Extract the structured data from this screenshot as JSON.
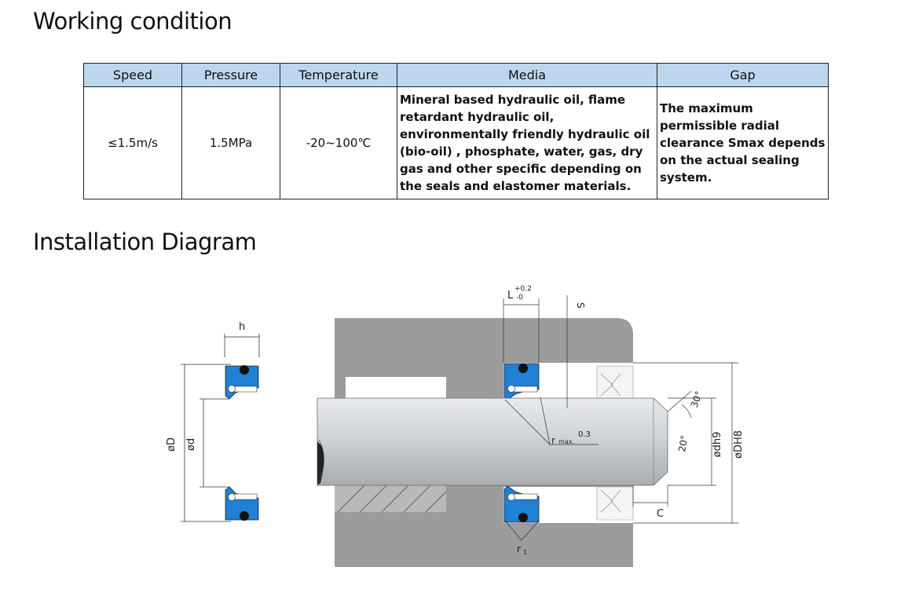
{
  "headings": {
    "working_condition": "Working condition",
    "installation_diagram": "Installation Diagram"
  },
  "table": {
    "headers": [
      "Speed",
      "Pressure",
      "Temperature",
      "Media",
      "Gap"
    ],
    "row": [
      "≤1.5m/s",
      "1.5MPa",
      "-20~100℃",
      "Mineral based hydraulic oil, flame retardant hydraulic oil, environmentally friendly hydraulic oil (bio-oil) , phosphate, water, gas, dry gas and other specific depending on the seals and elastomer materials.",
      "The maximum permissible radial clearance Smax depends on the actual sealing system."
    ]
  },
  "diagram": {
    "labels": {
      "h": "h",
      "phi_D": "øD",
      "phi_d": "ød",
      "L": "L",
      "L_tol_upper": "+0.2",
      "L_tol_lower": "-0",
      "S": "S",
      "r_max": "r",
      "r_max_sub": "max.",
      "r_max_val": "0.3",
      "r1": "r",
      "r1_sub": "1",
      "angle_20": "20°",
      "angle_30": "30°",
      "phi_dh9": "ødh9",
      "phi_DH8": "øDH8",
      "C": "C"
    },
    "colors": {
      "seal_blue": "#1f80d4",
      "housing_gray": "#9c9c9c",
      "rod_gray": "#c9ccd0",
      "header_blue": "#bcd6ee"
    }
  }
}
